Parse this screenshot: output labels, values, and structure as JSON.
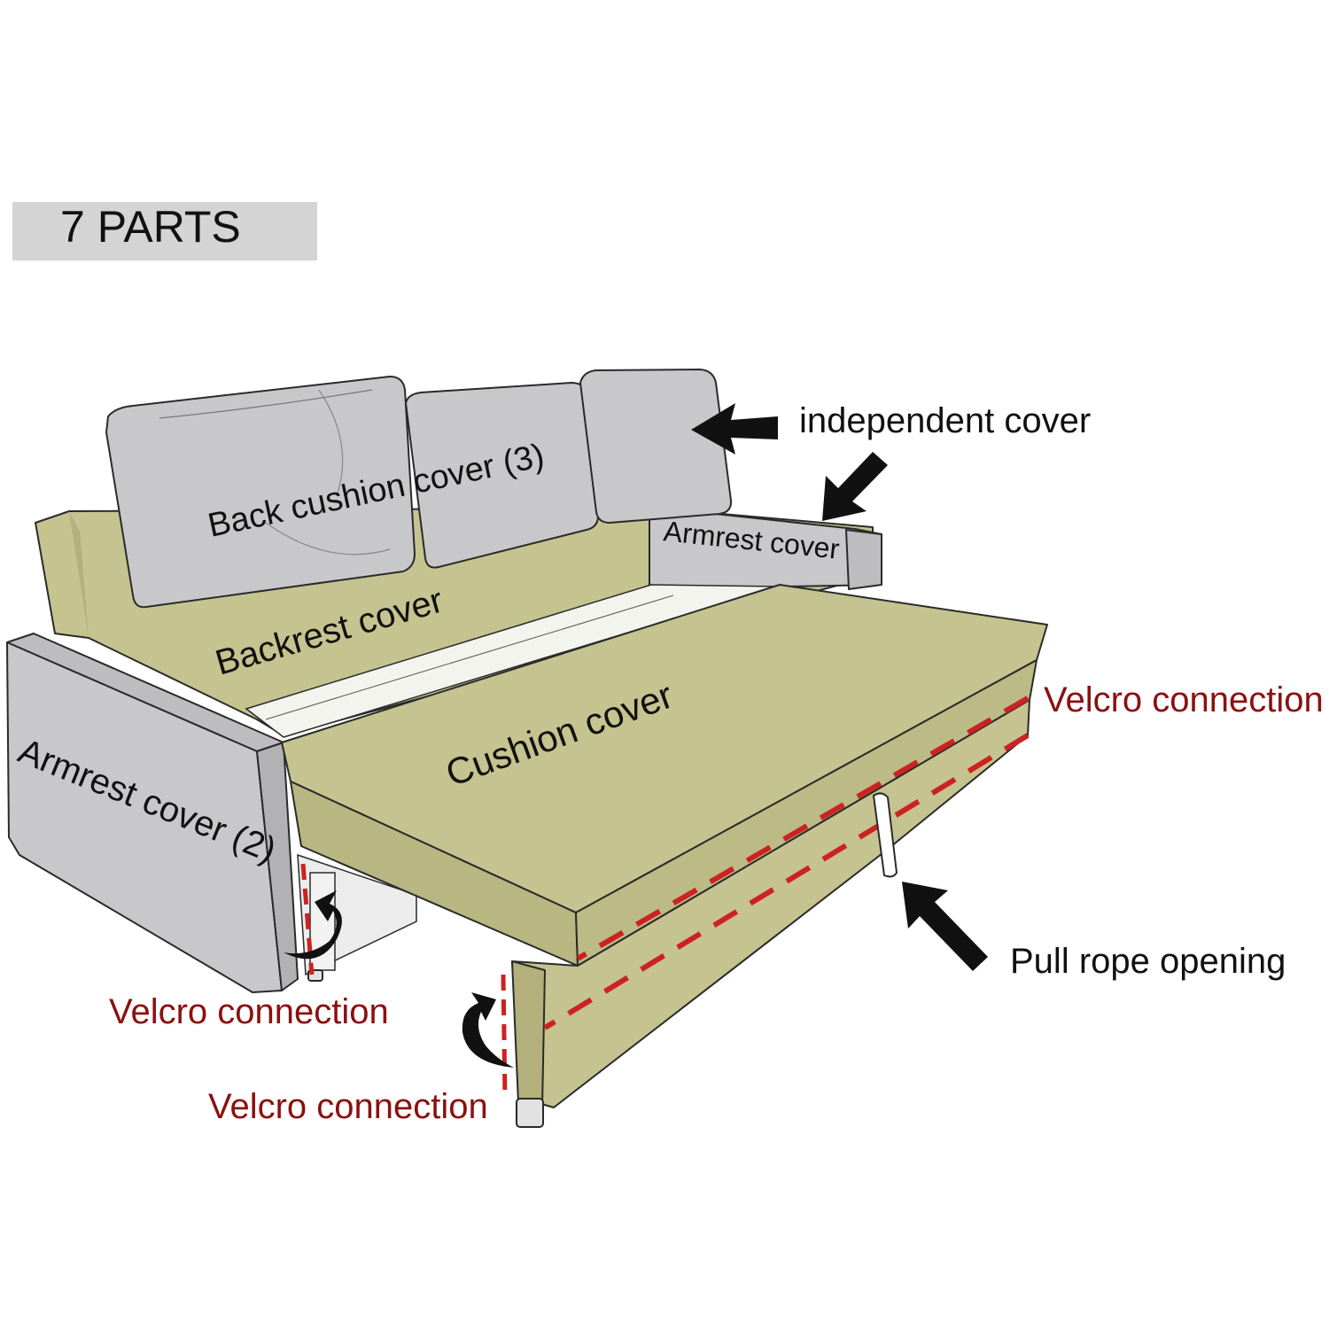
{
  "banner": {
    "text": "7 PARTS"
  },
  "labels": {
    "back_cushion_cover": "Back cushion cover (3)",
    "independent_cover": "independent cover",
    "armrest_cover_right": "Armrest cover",
    "backrest_cover": "Backrest cover",
    "cushion_cover": "Cushion cover",
    "armrest_cover_left": "Armrest cover (2)",
    "velcro_right": "Velcro connection",
    "velcro_left": "Velcro connection",
    "velcro_bottom": "Velcro connection",
    "pull_rope_opening": "Pull rope opening"
  },
  "colors": {
    "fabric_khaki": "#c5c38f",
    "fabric_gray": "#c8c8ca",
    "outline": "#2a2a2a",
    "velcro_dash": "#cc2222",
    "label_red": "#8b1010",
    "label_dark": "#111111",
    "banner_bg": "#d4d4d4"
  }
}
